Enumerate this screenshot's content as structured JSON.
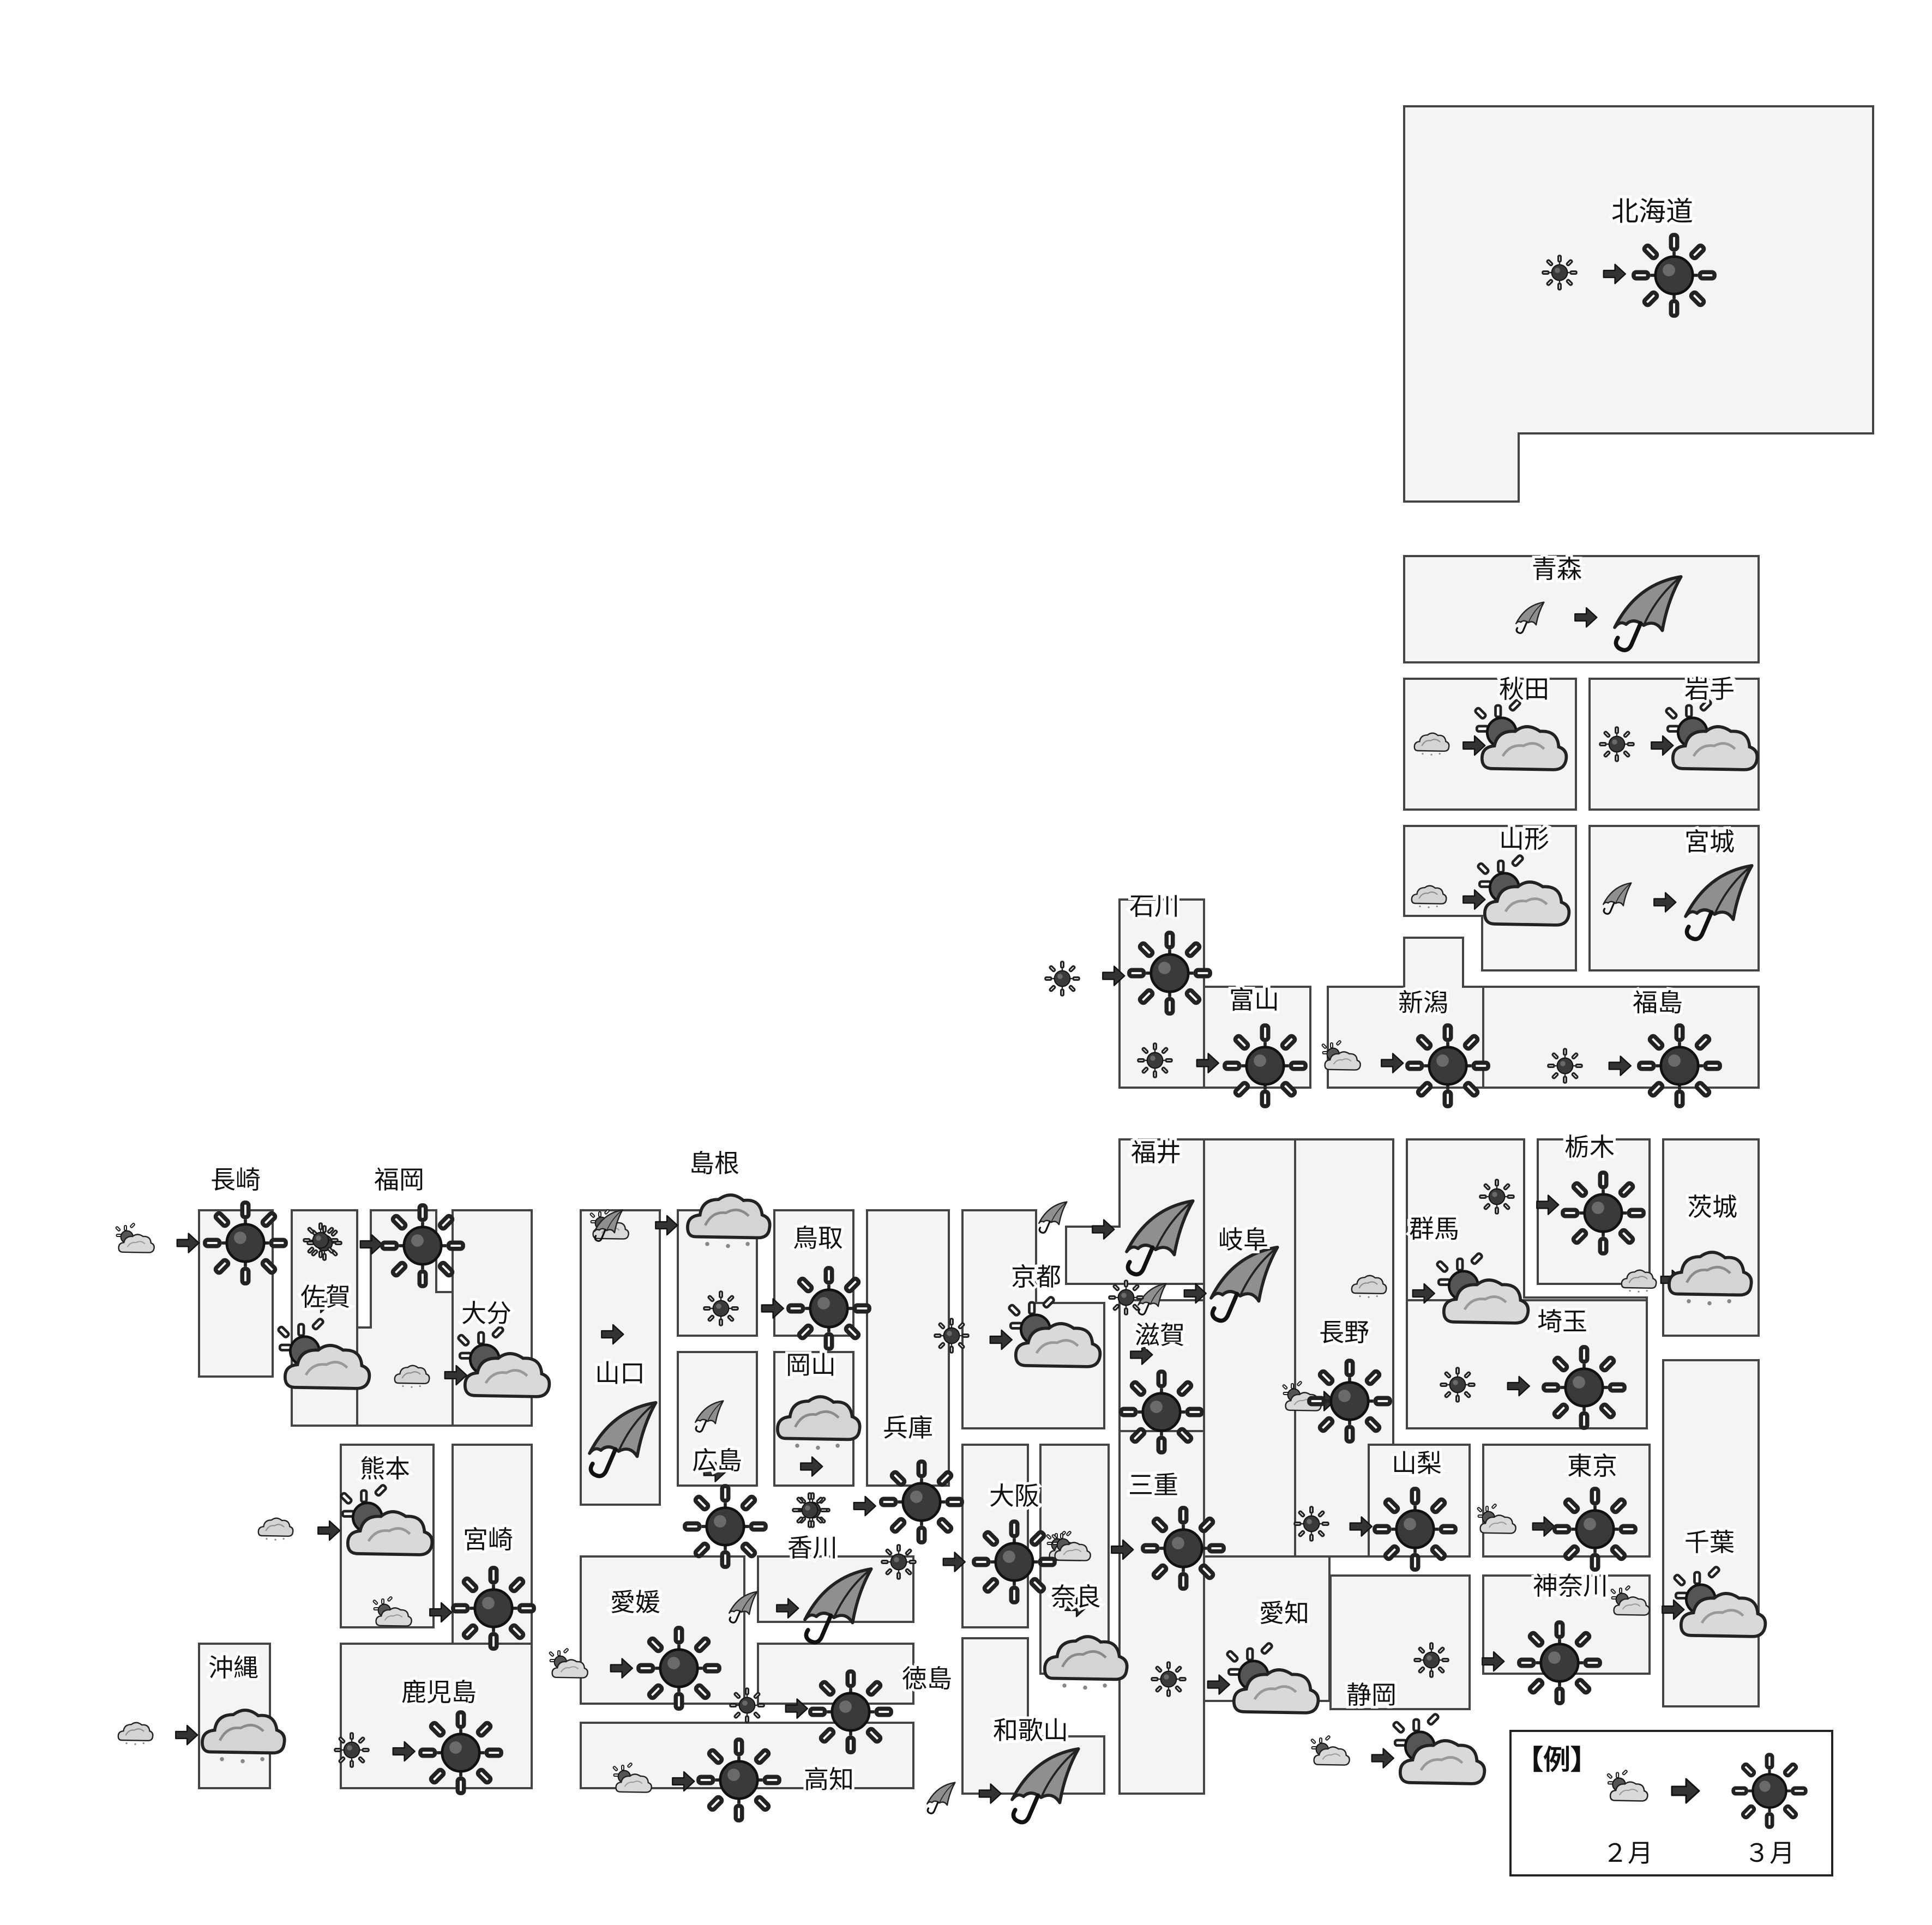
{
  "regions": [
    {
      "id": "hokkaido",
      "name": "北海道",
      "feb": "sunny",
      "mar": "sunny"
    },
    {
      "id": "aomori",
      "name": "青森",
      "feb": "rain",
      "mar": "rain"
    },
    {
      "id": "akita",
      "name": "秋田",
      "feb": "cloudy",
      "mar": "partly-cloudy"
    },
    {
      "id": "iwate",
      "name": "岩手",
      "feb": "sunny",
      "mar": "partly-cloudy"
    },
    {
      "id": "yamagata",
      "name": "山形",
      "feb": "cloudy",
      "mar": "partly-cloudy"
    },
    {
      "id": "miyagi",
      "name": "宮城",
      "feb": "rain",
      "mar": "rain"
    },
    {
      "id": "ishikawa",
      "name": "石川",
      "feb": "sunny",
      "mar": "sunny"
    },
    {
      "id": "toyama",
      "name": "富山",
      "feb": "sunny",
      "mar": "sunny"
    },
    {
      "id": "niigata",
      "name": "新潟",
      "feb": "partly-cloudy",
      "mar": "sunny"
    },
    {
      "id": "fukushima",
      "name": "福島",
      "feb": "sunny",
      "mar": "sunny"
    },
    {
      "id": "fukui",
      "name": "福井",
      "feb": "rain",
      "mar": "rain"
    },
    {
      "id": "gifu",
      "name": "岐阜",
      "feb": "rain",
      "mar": "rain"
    },
    {
      "id": "tochigi",
      "name": "栃木",
      "feb": "sunny",
      "mar": "sunny"
    },
    {
      "id": "ibaraki",
      "name": "茨城",
      "feb": "cloudy",
      "mar": "cloudy"
    },
    {
      "id": "gunma",
      "name": "群馬",
      "feb": "cloudy",
      "mar": "partly-cloudy"
    },
    {
      "id": "saitama",
      "name": "埼玉",
      "feb": "sunny",
      "mar": "sunny"
    },
    {
      "id": "nagano",
      "name": "長野",
      "feb": "partly-cloudy",
      "mar": "sunny"
    },
    {
      "id": "yamanashi",
      "name": "山梨",
      "feb": "sunny",
      "mar": "sunny"
    },
    {
      "id": "tokyo",
      "name": "東京",
      "feb": "partly-cloudy",
      "mar": "sunny"
    },
    {
      "id": "chiba",
      "name": "千葉",
      "feb": "partly-cloudy",
      "mar": "partly-cloudy"
    },
    {
      "id": "kanagawa",
      "name": "神奈川",
      "feb": "sunny",
      "mar": "sunny"
    },
    {
      "id": "shizuoka",
      "name": "静岡",
      "feb": "partly-cloudy",
      "mar": "partly-cloudy"
    },
    {
      "id": "aichi",
      "name": "愛知",
      "feb": "sunny",
      "mar": "partly-cloudy"
    },
    {
      "id": "shiga",
      "name": "滋賀",
      "feb": "sunny",
      "mar": "sunny"
    },
    {
      "id": "mie",
      "name": "三重",
      "feb": "partly-cloudy",
      "mar": "sunny"
    },
    {
      "id": "kyoto",
      "name": "京都",
      "feb": "sunny",
      "mar": "partly-cloudy"
    },
    {
      "id": "nara",
      "name": "奈良",
      "feb": "partly-cloudy",
      "mar": "cloudy"
    },
    {
      "id": "osaka",
      "name": "大阪",
      "feb": "sunny",
      "mar": "sunny"
    },
    {
      "id": "wakayama",
      "name": "和歌山",
      "feb": "rain",
      "mar": "rain"
    },
    {
      "id": "hyogo",
      "name": "兵庫",
      "feb": "sunny",
      "mar": "sunny"
    },
    {
      "id": "tottori",
      "name": "鳥取",
      "feb": "sunny",
      "mar": "sunny"
    },
    {
      "id": "okayama",
      "name": "岡山",
      "feb": "sunny",
      "mar": "cloudy"
    },
    {
      "id": "shimane",
      "name": "島根",
      "feb": "partly-cloudy",
      "mar": "cloudy"
    },
    {
      "id": "hiroshima",
      "name": "広島",
      "feb": "rain",
      "mar": "sunny"
    },
    {
      "id": "yamaguchi",
      "name": "山口",
      "feb": "rain",
      "mar": "rain"
    },
    {
      "id": "kagawa",
      "name": "香川",
      "feb": "rain",
      "mar": "rain"
    },
    {
      "id": "ehime",
      "name": "愛媛",
      "feb": "partly-cloudy",
      "mar": "sunny"
    },
    {
      "id": "tokushima",
      "name": "徳島",
      "feb": "sunny",
      "mar": "sunny"
    },
    {
      "id": "kochi",
      "name": "高知",
      "feb": "partly-cloudy",
      "mar": "sunny"
    },
    {
      "id": "fukuoka",
      "name": "福岡",
      "feb": "sunny",
      "mar": "sunny"
    },
    {
      "id": "saga",
      "name": "佐賀",
      "feb": "sunny",
      "mar": "partly-cloudy"
    },
    {
      "id": "nagasaki",
      "name": "長崎",
      "feb": "partly-cloudy",
      "mar": "sunny"
    },
    {
      "id": "oita",
      "name": "大分",
      "feb": "cloudy",
      "mar": "partly-cloudy"
    },
    {
      "id": "kumamoto",
      "name": "熊本",
      "feb": "cloudy",
      "mar": "partly-cloudy"
    },
    {
      "id": "miyazaki",
      "name": "宮崎",
      "feb": "partly-cloudy",
      "mar": "sunny"
    },
    {
      "id": "kagoshima",
      "name": "鹿児島",
      "feb": "sunny",
      "mar": "sunny"
    },
    {
      "id": "okinawa",
      "name": "沖縄",
      "feb": "cloudy",
      "mar": "cloudy"
    }
  ],
  "legend": {
    "title": "【例】",
    "label_from": "２月",
    "label_to": "３月",
    "from_icon": "partly-cloudy",
    "to_icon": "sunny"
  }
}
